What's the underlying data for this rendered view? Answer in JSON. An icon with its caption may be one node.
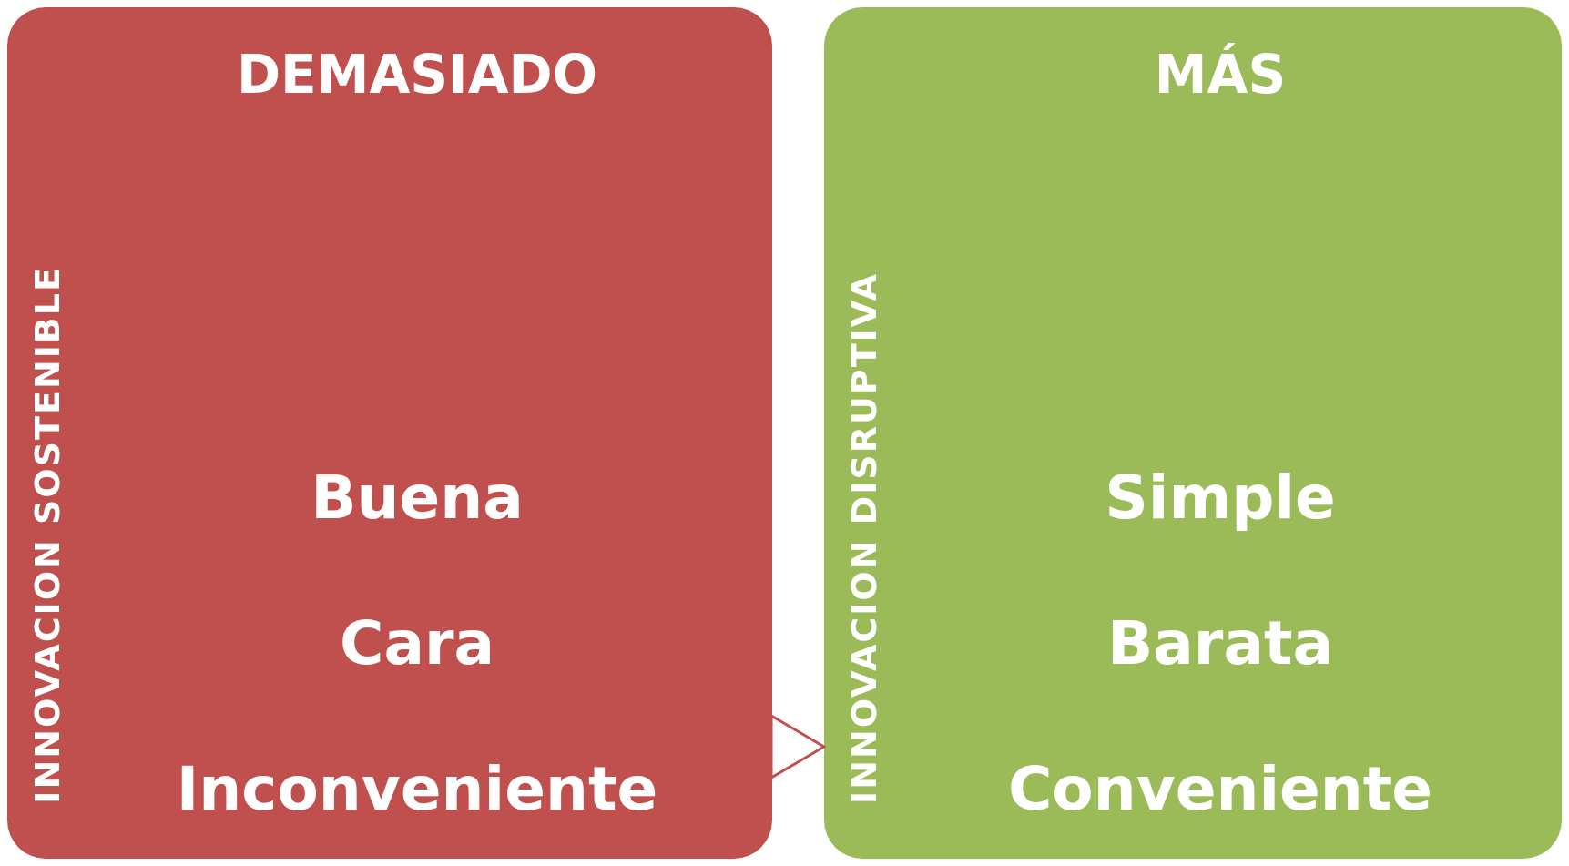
{
  "diagram": {
    "nodes": [
      {
        "text": [
          "INNOVACION SOSTENIBLE",
          "DEMASIADO",
          "Buena",
          "Cara",
          "Inconveniente"
        ]
      },
      {
        "text": [
          "INNOVACION DISRUPTIVA",
          "MÁS",
          "Simple",
          "Barata",
          "Conveniente"
        ]
      }
    ],
    "edges": [
      {
        "from": 0,
        "to": 1,
        "arrow": "to"
      }
    ]
  }
}
